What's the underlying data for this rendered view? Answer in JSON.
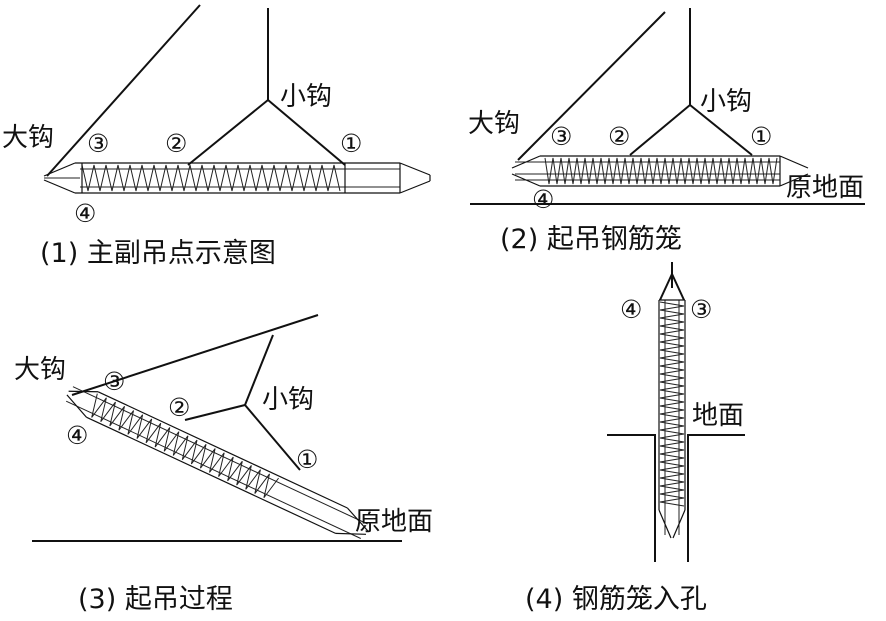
{
  "labels": {
    "big_hook": "大钩",
    "small_hook": "小钩",
    "ground": "原地面",
    "ground_plain": "地面",
    "p1": "①",
    "p2": "②",
    "p3": "③",
    "p4": "④"
  },
  "captions": {
    "c1": "(1)  主副吊点示意图",
    "c2": "(2)  起吊钢筋笼",
    "c3": "(3)  起吊过程",
    "c4": "(4)  钢筋笼入孔"
  },
  "colors": {
    "ink": "#111111",
    "background": "#ffffff"
  }
}
